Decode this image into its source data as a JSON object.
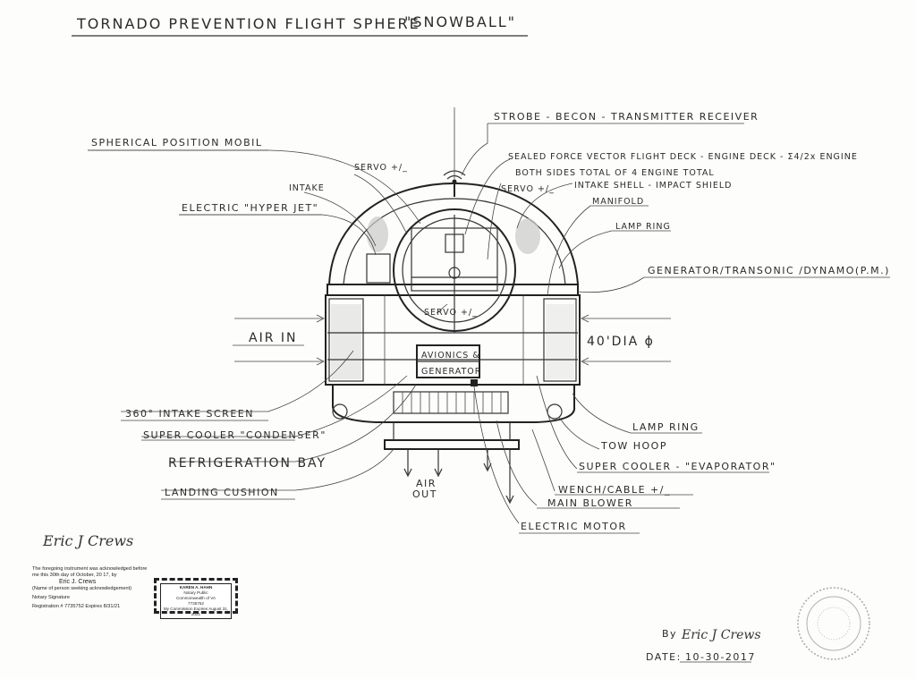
{
  "title": {
    "main": "TORNADO PREVENTION FLIGHT SPHERE",
    "nickname": "\"SNOWBALL\""
  },
  "labels": {
    "strobe": "STROBE - BECON - TRANSMITTER RECEIVER",
    "spherical_position": "SPHERICAL POSITION MOBIL",
    "sealed_force": "SEALED FORCE VECTOR FLIGHT DECK - ENGINE DECK - Σ4/2x ENGINE",
    "both_sides": "BOTH SIDES TOTAL OF 4 ENGINE TOTAL",
    "servo_left": "SERVO +/_",
    "servo_right": "SERVO +/_",
    "servo_center": "SERVO +/_",
    "intake": "INTAKE",
    "intake_shell": "INTAKE SHELL - IMPACT SHIELD",
    "electric_hyper_jet": "ELECTRIC \"HYPER JET\"",
    "manifold": "MANIFOLD",
    "lamp_ring_top": "LAMP RING",
    "generator": "GENERATOR/TRANSONIC /DYNAMO(P.M.)",
    "air_in": "AIR IN",
    "dia": "40'DIA ϕ",
    "avionics": "AVIONICS &",
    "generator_box": "GENERATOR",
    "intake_screen": "360° INTAKE SCREEN",
    "super_cooler_condenser": "SUPER COOLER \"CONDENSER\"",
    "refrigeration_bay": "REFRIGERATION BAY",
    "landing_cushion": "LANDING CUSHION",
    "air_out": "AIR\nOUT",
    "air_out_1": "AIR",
    "air_out_2": "OUT",
    "lamp_ring_bottom": "LAMP RING",
    "tow_hoop": "TOW HOOP",
    "super_cooler_evaporator": "SUPER COOLER - \"EVAPORATOR\"",
    "wench_cable": "WENCH/CABLE +/_",
    "main_blower": "MAIN BLOWER",
    "electric_motor": "ELECTRIC MOTOR"
  },
  "notary": {
    "line1": "The foregoing instrument was acknowledged before",
    "line2": "me this 30th day of October, 20 17, by",
    "line3": "Eric J. Crews",
    "line4": "(Name of person seeking acknowledgement)",
    "line5": "Notary Signature",
    "line6": "Registration # 7735752  Expires 8/31/21",
    "stamp1": "KAREN A. HAHN",
    "stamp2": "Notary Public",
    "stamp3": "Commonwealth of VA",
    "stamp4": "7735752",
    "stamp5": "My Commission Expires August 31, 2021"
  },
  "signature": {
    "author": "Eric J Crews",
    "by": "By",
    "date_label": "DATE:",
    "date": "10-30-2017"
  }
}
